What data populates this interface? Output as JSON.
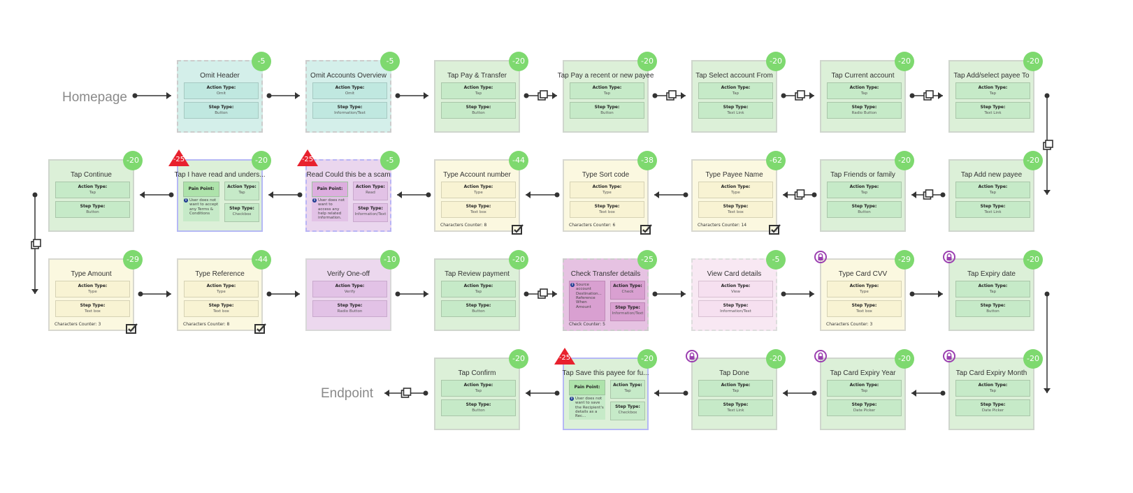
{
  "labels": {
    "start": "Homepage",
    "end": "Endpoint"
  },
  "field_labels": {
    "action": "Action Type:",
    "step": "Step Type:",
    "pain": "Pain Point:"
  },
  "colors": {
    "score": "#7ed96f",
    "pain": "#e8212e",
    "lock": "#9b3fb0"
  },
  "rows": [
    [
      {
        "title": "Omit Header",
        "kind": "omit",
        "score": "-5",
        "action": "Omit",
        "step": "Button"
      },
      {
        "title": "Omit Accounts Overview",
        "kind": "omit",
        "score": "-5",
        "action": "Omit",
        "step": "Information/Text"
      },
      {
        "title": "Tap Pay & Transfer",
        "kind": "tap",
        "score": "-20",
        "action": "Tap",
        "step": "Button"
      },
      {
        "title": "Tap Pay a recent or new payee",
        "kind": "tap",
        "score": "-20",
        "action": "Tap",
        "step": "Button"
      },
      {
        "title": "Tap Select account From",
        "kind": "tap",
        "score": "-20",
        "action": "Tap",
        "step": "Text Link"
      },
      {
        "title": "Tap Current account",
        "kind": "tap",
        "score": "-20",
        "action": "Tap",
        "step": "Radio Button"
      },
      {
        "title": "Tap Add/select payee To",
        "kind": "tap",
        "score": "-20",
        "action": "Tap",
        "step": "Text Link"
      }
    ],
    [
      {
        "title": "Tap Add new payee",
        "kind": "tap",
        "score": "-20",
        "action": "Tap",
        "step": "Text Link"
      },
      {
        "title": "Tap Friends or family",
        "kind": "tap",
        "score": "-20",
        "action": "Tap",
        "step": "Button"
      },
      {
        "title": "Type Payee Name",
        "kind": "type",
        "score": "-62",
        "action": "Type",
        "step": "Text box",
        "counter": "Characters Counter: 14",
        "checkbox": true
      },
      {
        "title": "Type Sort code",
        "kind": "type",
        "score": "-38",
        "action": "Type",
        "step": "Text box",
        "counter": "Characters Counter: 6",
        "checkbox": true
      },
      {
        "title": "Type Account number",
        "kind": "type",
        "score": "-44",
        "action": "Type",
        "step": "Text box",
        "counter": "Characters Counter: 8",
        "checkbox": true
      },
      {
        "title": "Read Could this be a scam",
        "kind": "read",
        "score": "-5",
        "action": "Read",
        "step": "Information/Text",
        "pain_score": "-25",
        "pain_text": "User does not want to access any help related information."
      },
      {
        "title": "Tap I have read and unders...",
        "kind": "tap-pain",
        "score": "-20",
        "action": "Tap",
        "step": "Checkbox",
        "pain_score": "-25",
        "pain_text": "User does not want to accept any Terms & Conditions"
      },
      {
        "title": "Tap Continue",
        "kind": "tap",
        "score": "-20",
        "action": "Tap",
        "step": "Button"
      }
    ],
    [
      {
        "title": "Type Amount",
        "kind": "type",
        "score": "-29",
        "action": "Type",
        "step": "Text box",
        "counter": "Characters Counter: 3",
        "checkbox": true
      },
      {
        "title": "Type Reference",
        "kind": "type",
        "score": "-44",
        "action": "Type",
        "step": "Text box",
        "counter": "Characters Counter: 8",
        "checkbox": true
      },
      {
        "title": "Verify One-off",
        "kind": "verify",
        "score": "-10",
        "action": "Verify",
        "step": "Radio Button"
      },
      {
        "title": "Tap Review payment",
        "kind": "tap",
        "score": "-20",
        "action": "Tap",
        "step": "Button"
      },
      {
        "title": "Check Transfer details",
        "kind": "check",
        "score": "-25",
        "action": "Check",
        "step": "Information/Text",
        "info_text": "Source account Destination... Reference When Amount",
        "counter": "Check Counter: 5"
      },
      {
        "title": "View Card details",
        "kind": "view",
        "score": "-5",
        "action": "View",
        "step": "Information/Text"
      },
      {
        "title": "Type Card CVV",
        "kind": "type",
        "score": "-29",
        "action": "Type",
        "step": "Text box",
        "counter": "Characters Counter: 3",
        "lock": true
      },
      {
        "title": "Tap Expiry date",
        "kind": "tap",
        "score": "-20",
        "action": "Tap",
        "step": "Button",
        "lock": true
      }
    ],
    [
      {
        "title": "Tap Card Expiry Month",
        "kind": "tap",
        "score": "-20",
        "action": "Tap",
        "step": "Date Picker",
        "lock": true
      },
      {
        "title": "Tap Card Expiry Year",
        "kind": "tap",
        "score": "-20",
        "action": "Tap",
        "step": "Date Picker",
        "lock": true
      },
      {
        "title": "Tap Done",
        "kind": "tap",
        "score": "-20",
        "action": "Tap",
        "step": "Text Link",
        "lock": true
      },
      {
        "title": "Tap Save this payee for fu...",
        "kind": "tap-pain",
        "score": "-20",
        "action": "Tap",
        "step": "Checkbox",
        "pain_score": "-25",
        "pain_text": "User does not want to save the Recipient's details as a Rec..."
      },
      {
        "title": "Tap Confirm",
        "kind": "tap",
        "score": "-20",
        "action": "Tap",
        "step": "Button"
      }
    ]
  ]
}
